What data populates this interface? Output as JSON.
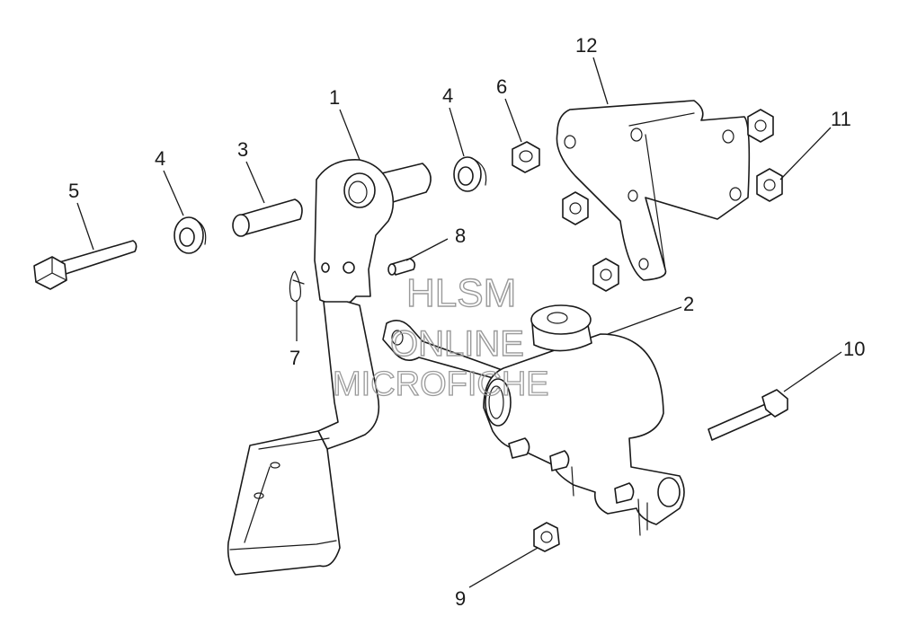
{
  "callouts": {
    "c1": "1",
    "c2": "2",
    "c3": "3",
    "c4a": "4",
    "c4b": "4",
    "c5": "5",
    "c6": "6",
    "c7": "7",
    "c8": "8",
    "c9": "9",
    "c10": "10",
    "c11": "11",
    "c12": "12"
  },
  "watermark": {
    "line1": "HLSM",
    "line2": "ONLINE",
    "line3": "MICROFICHE"
  },
  "colors": {
    "line": "#1a1a1a",
    "background": "#ffffff",
    "watermark": "#9a9a9a"
  }
}
